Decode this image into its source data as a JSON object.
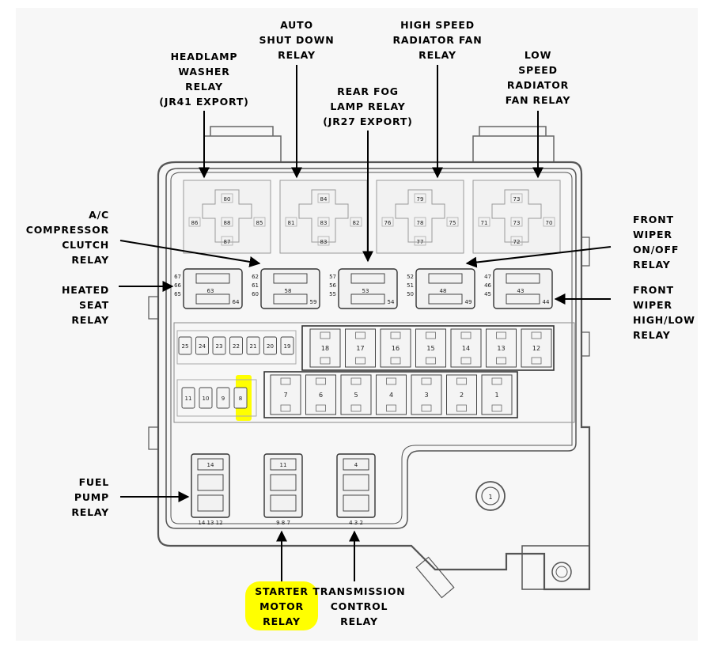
{
  "colors": {
    "highlight": "#ffff00",
    "line": "#333333",
    "box_fill": "#f4f4f4"
  },
  "labels": {
    "headlamp_washer": [
      "HEADLAMP",
      "WASHER",
      "RELAY",
      "(JR41 EXPORT)"
    ],
    "auto_shutdown": [
      "AUTO",
      "SHUT DOWN",
      "RELAY"
    ],
    "rear_fog": [
      "REAR FOG",
      "LAMP RELAY",
      "(JR27 EXPORT)"
    ],
    "high_speed_fan": [
      "HIGH SPEED",
      "RADIATOR FAN",
      "RELAY"
    ],
    "low_speed_fan": [
      "LOW",
      "SPEED",
      "RADIATOR",
      "FAN RELAY"
    ],
    "ac_clutch": [
      "A/C",
      "COMPRESSOR",
      "CLUTCH",
      "RELAY"
    ],
    "heated_seat": [
      "HEATED",
      "SEAT",
      "RELAY"
    ],
    "front_wiper_onoff": [
      "FRONT",
      "WIPER",
      "ON/OFF",
      "RELAY"
    ],
    "front_wiper_highlow": [
      "FRONT",
      "WIPER",
      "HIGH/LOW",
      "RELAY"
    ],
    "fuel_pump": [
      "FUEL",
      "PUMP",
      "RELAY"
    ],
    "starter_motor": [
      "STARTER",
      "MOTOR",
      "RELAY"
    ],
    "transmission_control": [
      "TRANSMISSION",
      "CONTROL",
      "RELAY"
    ]
  },
  "top_relays": [
    {
      "pins": [
        "80",
        "86",
        "88",
        "85",
        "87"
      ]
    },
    {
      "pins": [
        "84",
        "81",
        "83",
        "82",
        "83"
      ]
    },
    {
      "pins": [
        "79",
        "76",
        "78",
        "75",
        "77"
      ]
    },
    {
      "pins": [
        "73",
        "71",
        "73",
        "70",
        "72"
      ]
    }
  ],
  "mid_relays": [
    {
      "left": [
        "67",
        "66",
        "65"
      ],
      "center": [
        "63",
        "64"
      ]
    },
    {
      "left": [
        "62",
        "61",
        "60"
      ],
      "center": [
        "58",
        "59"
      ]
    },
    {
      "left": [
        "57",
        "56",
        "55"
      ],
      "center": [
        "53",
        "54"
      ]
    },
    {
      "left": [
        "52",
        "51",
        "50"
      ],
      "center": [
        "48",
        "49"
      ]
    },
    {
      "left": [
        "47",
        "46",
        "45"
      ],
      "center": [
        "43",
        "44"
      ]
    }
  ],
  "small_fuses_top": [
    "25",
    "24",
    "23",
    "22",
    "21",
    "20",
    "19"
  ],
  "small_fuses_bottom": [
    "11",
    "10",
    "9",
    "8"
  ],
  "large_fuses_top": [
    "18",
    "17",
    "16",
    "15",
    "14",
    "13",
    "12"
  ],
  "large_fuses_bottom": [
    "7",
    "6",
    "5",
    "4",
    "3",
    "2",
    "1"
  ],
  "bottom_relays": [
    {
      "top_pin": "14",
      "bottom_pins": "14  13  12"
    },
    {
      "top_pin": "11",
      "bottom_pins": "9   8   7"
    },
    {
      "top_pin": "4",
      "bottom_pins": "4   3   2"
    }
  ],
  "stud_label": "1"
}
